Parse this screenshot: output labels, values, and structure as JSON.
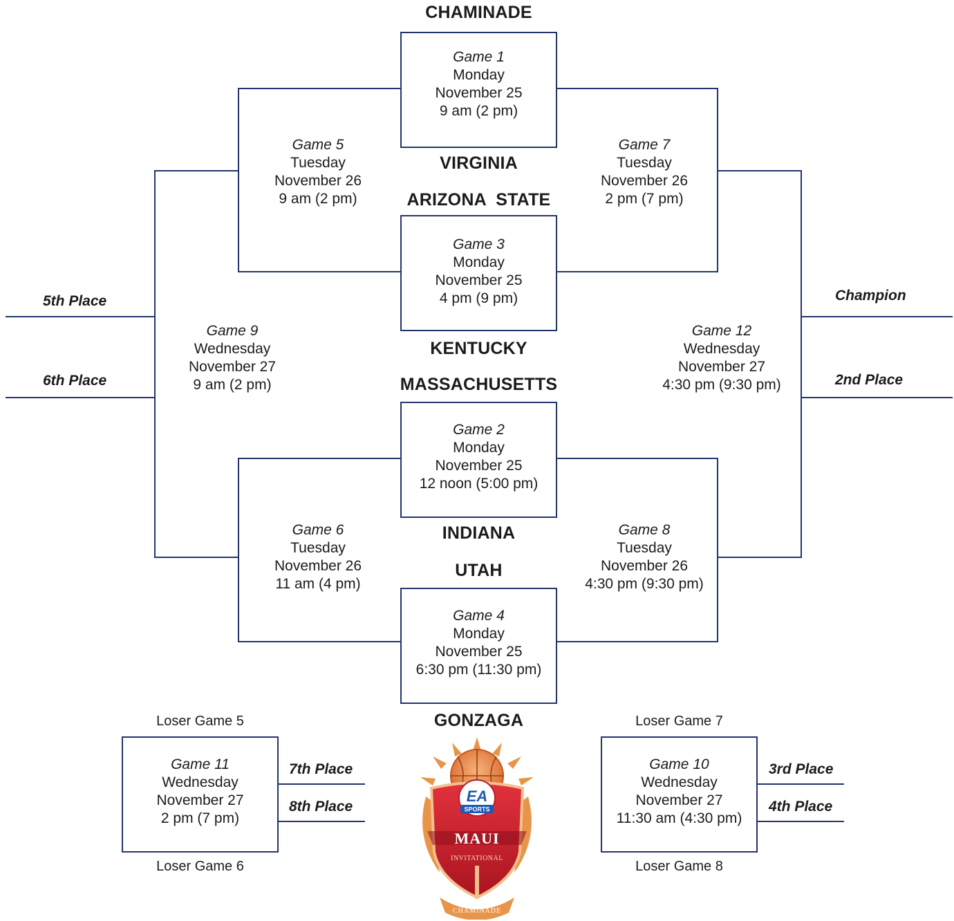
{
  "colors": {
    "line": "#22346b",
    "logo_red": "#c8202f",
    "logo_orange": "#e8954a",
    "ea_blue": "#1d58b5"
  },
  "teams": {
    "t1": "CHAMINADE",
    "t2": "VIRGINIA",
    "t3": "ARIZONA  STATE",
    "t4": "KENTUCKY",
    "t5": "MASSACHUSETTS",
    "t6": "INDIANA",
    "t7": "UTAH",
    "t8": "GONZAGA"
  },
  "games": {
    "g1": {
      "name": "Game 1",
      "day": "Monday",
      "date": "November 25",
      "time": "9 am (2 pm)"
    },
    "g3": {
      "name": "Game 3",
      "day": "Monday",
      "date": "November 25",
      "time": "4 pm (9 pm)"
    },
    "g2": {
      "name": "Game 2",
      "day": "Monday",
      "date": "November 25",
      "time": "12 noon (5:00 pm)"
    },
    "g4": {
      "name": "Game 4",
      "day": "Monday",
      "date": "November 25",
      "time": "6:30 pm (11:30 pm)"
    },
    "g5": {
      "name": "Game 5",
      "day": "Tuesday",
      "date": "November 26",
      "time": "9 am (2 pm)"
    },
    "g7": {
      "name": "Game 7",
      "day": "Tuesday",
      "date": "November 26",
      "time": "2 pm (7 pm)"
    },
    "g6": {
      "name": "Game 6",
      "day": "Tuesday",
      "date": "November 26",
      "time": "11 am (4 pm)"
    },
    "g8": {
      "name": "Game 8",
      "day": "Tuesday",
      "date": "November 26",
      "time": "4:30 pm (9:30 pm)"
    },
    "g9": {
      "name": "Game 9",
      "day": "Wednesday",
      "date": "November 27",
      "time": "9 am (2 pm)"
    },
    "g12": {
      "name": "Game 12",
      "day": "Wednesday",
      "date": "November 27",
      "time": "4:30 pm (9:30 pm)"
    },
    "g11": {
      "name": "Game 11",
      "day": "Wednesday",
      "date": "November 27",
      "time": "2 pm (7 pm)"
    },
    "g10": {
      "name": "Game 10",
      "day": "Wednesday",
      "date": "November 27",
      "time": "11:30 am (4:30 pm)"
    }
  },
  "places": {
    "p5": "5th Place",
    "p6": "6th Place",
    "champion": "Champion",
    "p2": "2nd Place",
    "p7": "7th Place",
    "p8": "8th Place",
    "p3": "3rd Place",
    "p4": "4th Place"
  },
  "losers": {
    "lg5": "Loser Game 5",
    "lg6": "Loser Game 6",
    "lg7": "Loser Game 7",
    "lg8": "Loser Game 8"
  },
  "logo": {
    "brand": "EA",
    "sub": "SPORTS",
    "name": "MAUI",
    "event": "INVITATIONAL",
    "host": "CHAMINADE"
  }
}
